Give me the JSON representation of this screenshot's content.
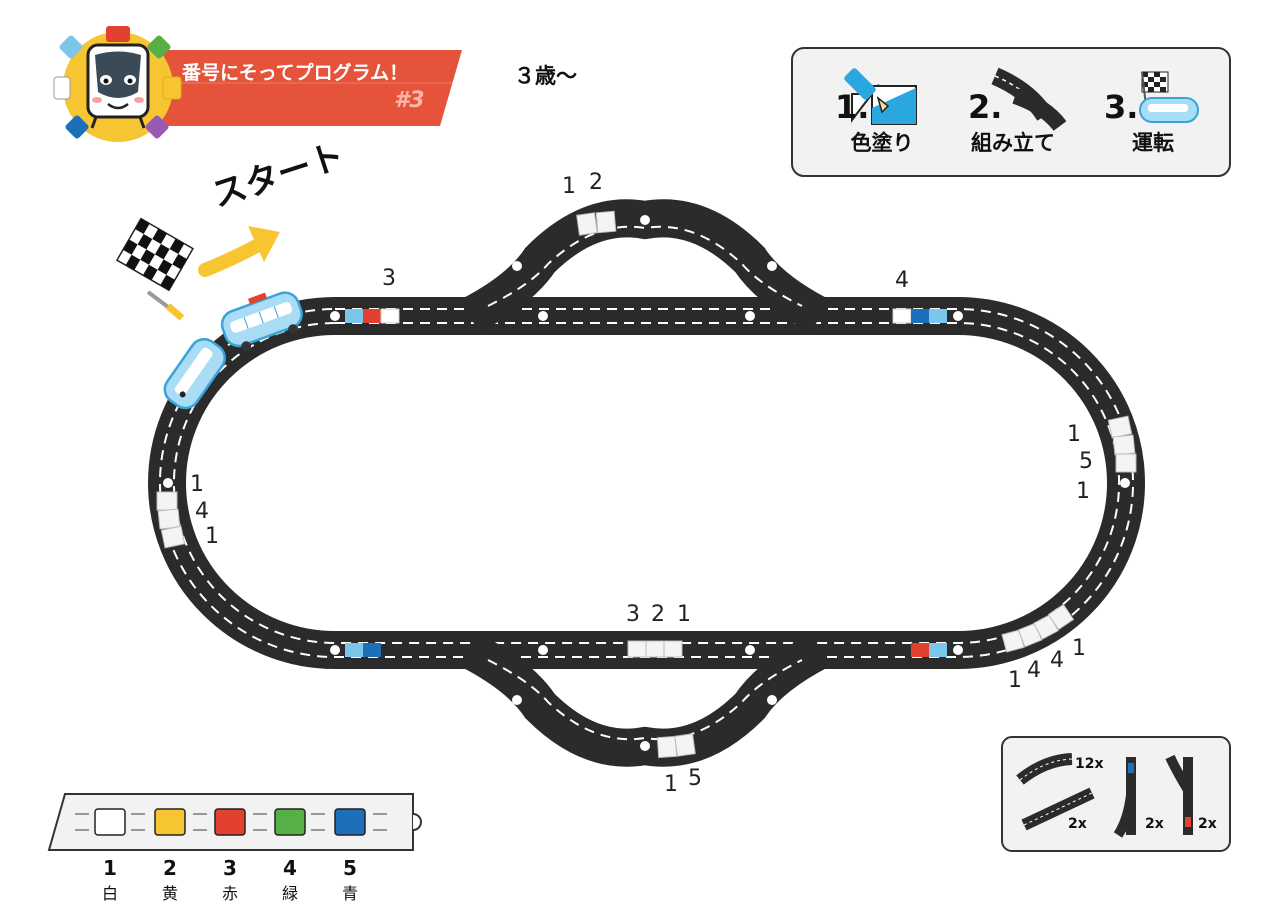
{
  "header": {
    "title": "番号にそってプログラム！",
    "number": "#3",
    "age": "３歳〜"
  },
  "steps": [
    {
      "num": "1.",
      "label": "色塗り",
      "icon": "marker-icon"
    },
    {
      "num": "2.",
      "label": "組み立て",
      "icon": "track-pieces-icon"
    },
    {
      "num": "3.",
      "label": "運転",
      "icon": "train-flag-icon"
    }
  ],
  "start_label": "スタート",
  "track_labels": {
    "top_arch": [
      "1",
      "2"
    ],
    "top_left_straight": "3",
    "top_right_straight": "4",
    "right_curve": [
      "1",
      "5",
      "1"
    ],
    "left_curve": [
      "1",
      "4",
      "1"
    ],
    "bottom_middle": [
      "3",
      "2",
      "1"
    ],
    "bottom_right_curve": [
      "1",
      "4",
      "4",
      "1"
    ],
    "bottom_arch": [
      "1",
      "5"
    ]
  },
  "legend": [
    {
      "num": "1",
      "name": "白",
      "color": "#ffffff"
    },
    {
      "num": "2",
      "name": "黄",
      "color": "#f7c531"
    },
    {
      "num": "3",
      "name": "赤",
      "color": "#e2412f"
    },
    {
      "num": "4",
      "name": "緑",
      "color": "#57b046"
    },
    {
      "num": "5",
      "name": "青",
      "color": "#1e6fba"
    }
  ],
  "inventory": [
    {
      "piece": "curve",
      "count": "12x"
    },
    {
      "piece": "straight",
      "count": "2x"
    },
    {
      "piece": "switch-left",
      "count": "2x"
    },
    {
      "piece": "switch-right",
      "count": "2x"
    }
  ],
  "colors": {
    "banner": "#e4533a",
    "track": "#2b2b2b",
    "light_blue": "#7cc6ea",
    "blue": "#1e6fba",
    "red": "#e2412f",
    "yellow": "#f7c531"
  }
}
